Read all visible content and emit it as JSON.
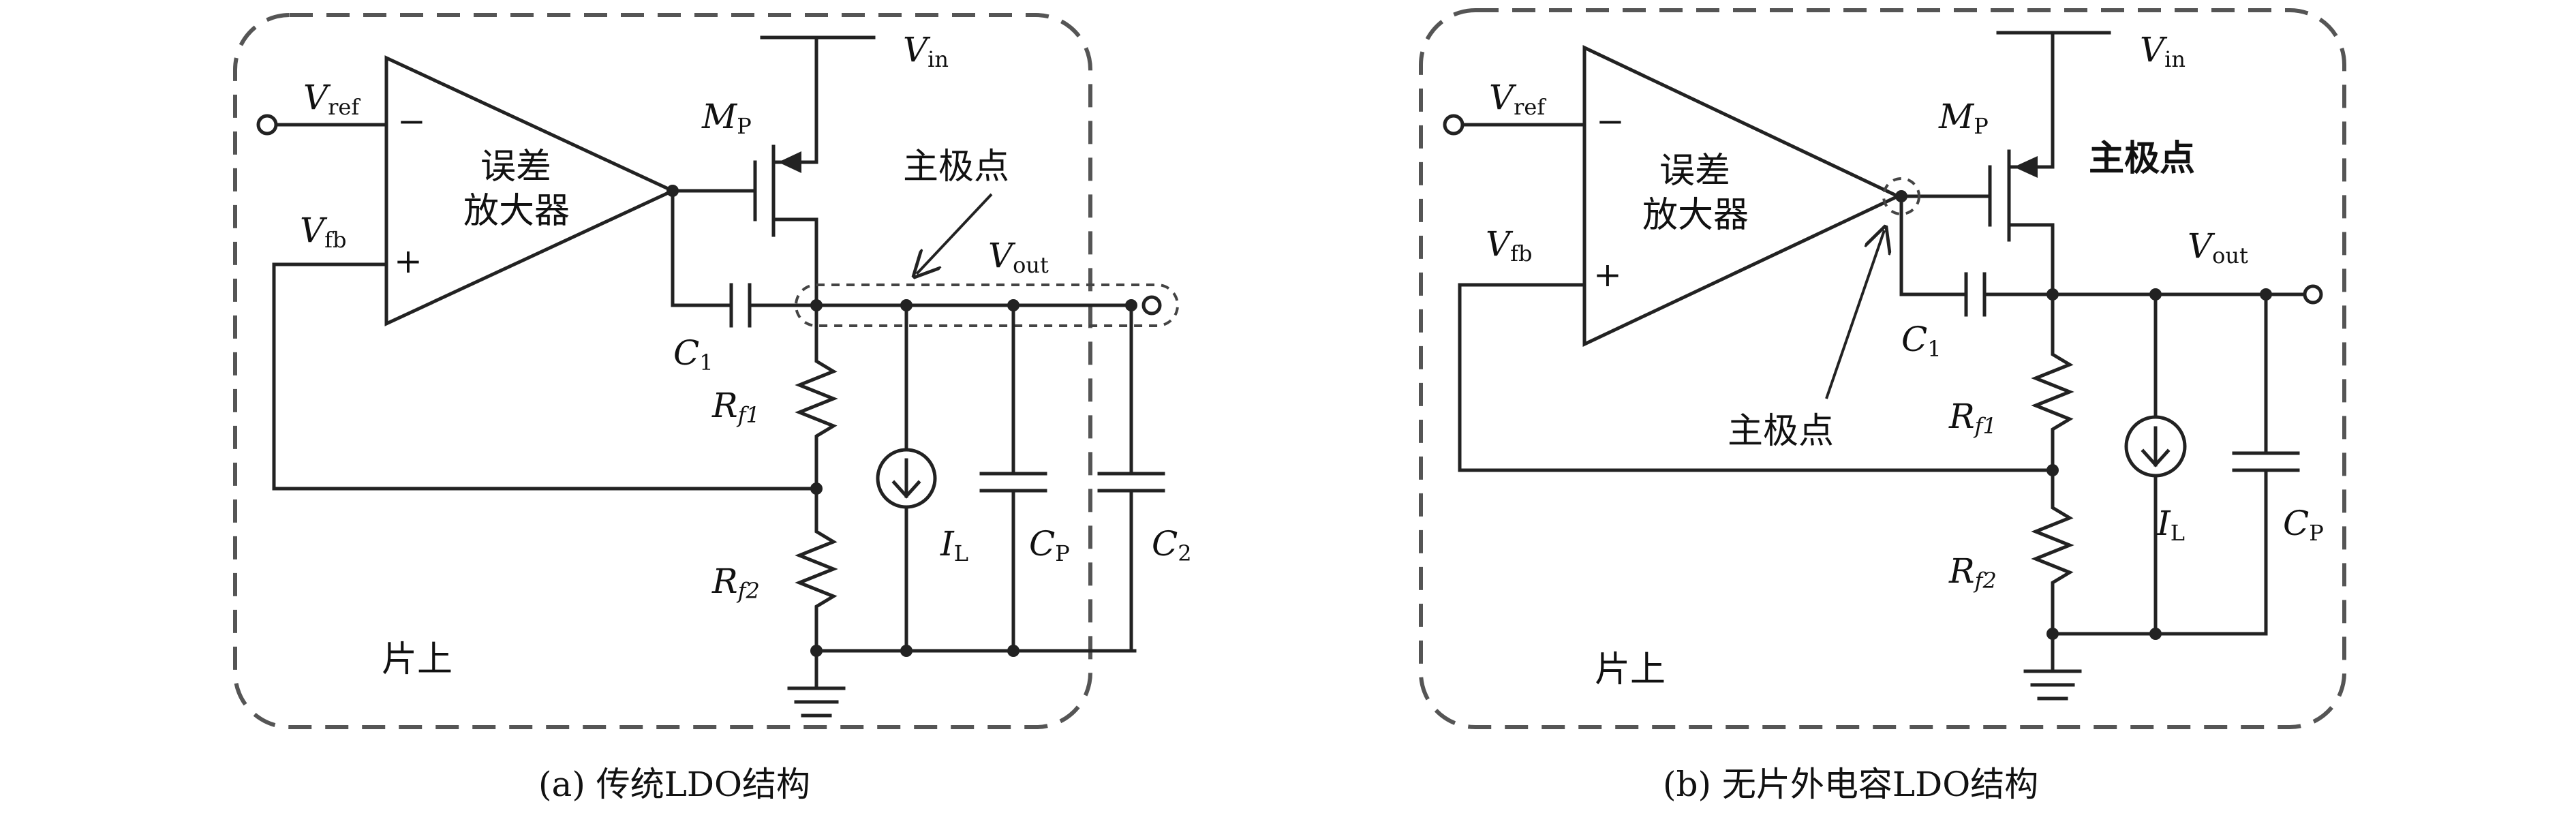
{
  "panel_a": {
    "caption": "(a) 传统LDO结构",
    "amplifier_line1": "误差",
    "amplifier_line2": "放大器",
    "minus": "−",
    "plus": "+",
    "vref": "V",
    "vref_sub": "ref",
    "vfb": "V",
    "vfb_sub": "fb",
    "vin": "V",
    "vin_sub": "in",
    "vout": "V",
    "vout_sub": "out",
    "mp": "M",
    "mp_sub": "P",
    "c1": "C",
    "c1_sub": "1",
    "rf1": "R",
    "rf1_sub": "f1",
    "rf2": "R",
    "rf2_sub": "f2",
    "il": "I",
    "il_sub": "L",
    "cp": "C",
    "cp_sub": "P",
    "c2": "C",
    "c2_sub": "2",
    "dominant_pole": "主极点",
    "on_chip": "片上"
  },
  "panel_b": {
    "caption": "(b) 无片外电容LDO结构",
    "amplifier_line1": "误差",
    "amplifier_line2": "放大器",
    "minus": "−",
    "plus": "+",
    "vref": "V",
    "vref_sub": "ref",
    "vfb": "V",
    "vfb_sub": "fb",
    "vin": "V",
    "vin_sub": "in",
    "vout": "V",
    "vout_sub": "out",
    "mp": "M",
    "mp_sub": "P",
    "c1": "C",
    "c1_sub": "1",
    "rf1": "R",
    "rf1_sub": "f1",
    "rf2": "R",
    "rf2_sub": "f2",
    "il": "I",
    "il_sub": "L",
    "cp": "C",
    "cp_sub": "P",
    "dominant_pole_top": "主极点",
    "dominant_pole_bottom": "主极点",
    "on_chip": "片上"
  }
}
